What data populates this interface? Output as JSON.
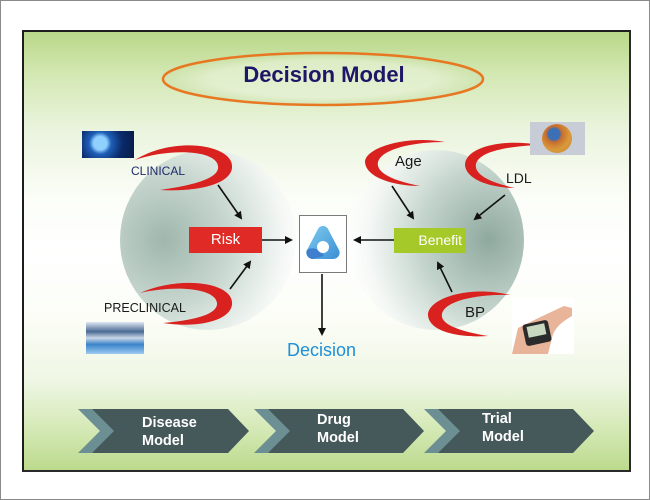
{
  "title": "Decision Model",
  "left_cluster": {
    "inputs": [
      {
        "label": "CLINICAL",
        "thumbnail": "clinical-data-image"
      },
      {
        "label": "PRECLINICAL",
        "thumbnail": "preclinical-lab-image"
      }
    ],
    "output": {
      "label": "Risk",
      "color": "#e02a26"
    }
  },
  "right_cluster": {
    "inputs": [
      {
        "label": "Age"
      },
      {
        "label": "LDL",
        "thumbnail": "ldl-particle-image"
      },
      {
        "label": "BP",
        "thumbnail": "wrist-blood-pressure-monitor-image"
      }
    ],
    "output": {
      "label": "Benefit",
      "color": "#a6c92a"
    }
  },
  "center": {
    "icon": "triangle-logo-icon",
    "output_label": "Decision",
    "output_color": "#1e8fd8"
  },
  "pipeline": [
    {
      "line1": "Disease",
      "line2": "Model"
    },
    {
      "line1": "Drug",
      "line2": "Model"
    },
    {
      "line1": "Trial",
      "line2": "Model"
    }
  ],
  "colors": {
    "title": "#1f1667",
    "title_ellipse": "#e87722",
    "swoosh": "#d9221f",
    "chevron_dark": "#46595a",
    "chevron_light": "#6b8f93"
  }
}
